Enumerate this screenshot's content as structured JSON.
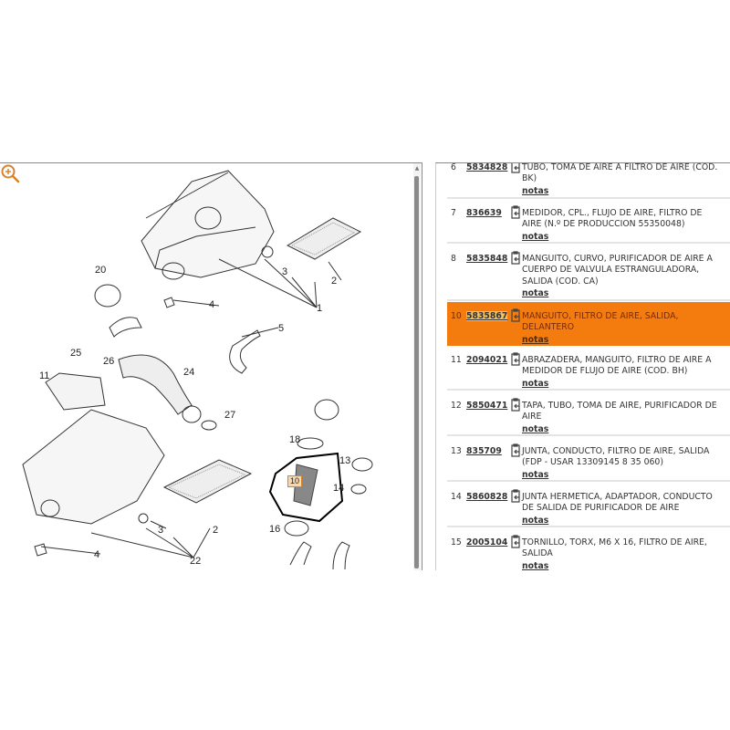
{
  "diagram": {
    "zoom_icon": "zoom-in-icon",
    "accent": "#d9822b",
    "highlight_label": "10",
    "callouts": [
      "1",
      "2",
      "3",
      "4",
      "5",
      "20",
      "25",
      "26",
      "11",
      "24",
      "27",
      "18",
      "13",
      "14",
      "16",
      "3",
      "2",
      "4",
      "22"
    ]
  },
  "parts": {
    "highlight_color": "#f47c0f",
    "rows": [
      {
        "num": "6",
        "pn": "5834828",
        "desc": "TUBO, TOMA DE AIRE A FILTRO DE AIRE (COD. BK)",
        "notes": "notas"
      },
      {
        "num": "7",
        "pn": "836639",
        "desc": "MEDIDOR, CPL., FLUJO DE AIRE, FILTRO DE AIRE (N.º DE PRODUCCION 55350048)",
        "notes": "notas"
      },
      {
        "num": "8",
        "pn": "5835848",
        "desc": "MANGUITO, CURVO, PURIFICADOR DE AIRE A CUERPO DE VALVULA ESTRANGULADORA, SALIDA (COD. CA)",
        "notes": "notas"
      },
      {
        "num": "10",
        "pn": "5835867",
        "desc": "MANGUITO, FILTRO DE AIRE, SALIDA, DELANTERO",
        "notes": "notas",
        "selected": true
      },
      {
        "num": "11",
        "pn": "2094021",
        "desc": "ABRAZADERA, MANGUITO, FILTRO DE AIRE A MEDIDOR DE FLUJO DE AIRE (COD. BH)",
        "notes": "notas"
      },
      {
        "num": "12",
        "pn": "5850471",
        "desc": "TAPA, TUBO, TOMA DE AIRE, PURIFICADOR DE AIRE",
        "notes": "notas"
      },
      {
        "num": "13",
        "pn": "835709",
        "desc": "JUNTA, CONDUCTO, FILTRO DE AIRE, SALIDA (FDP - USAR 13309145 8 35 060)",
        "notes": "notas"
      },
      {
        "num": "14",
        "pn": "5860828",
        "desc": "JUNTA HERMETICA, ADAPTADOR, CONDUCTO DE SALIDA DE PURIFICADOR DE AIRE",
        "notes": "notas"
      },
      {
        "num": "15",
        "pn": "2005104",
        "desc": "TORNILLO, TORX, M6 X 16, FILTRO DE AIRE, SALIDA",
        "notes": "notas"
      }
    ]
  }
}
